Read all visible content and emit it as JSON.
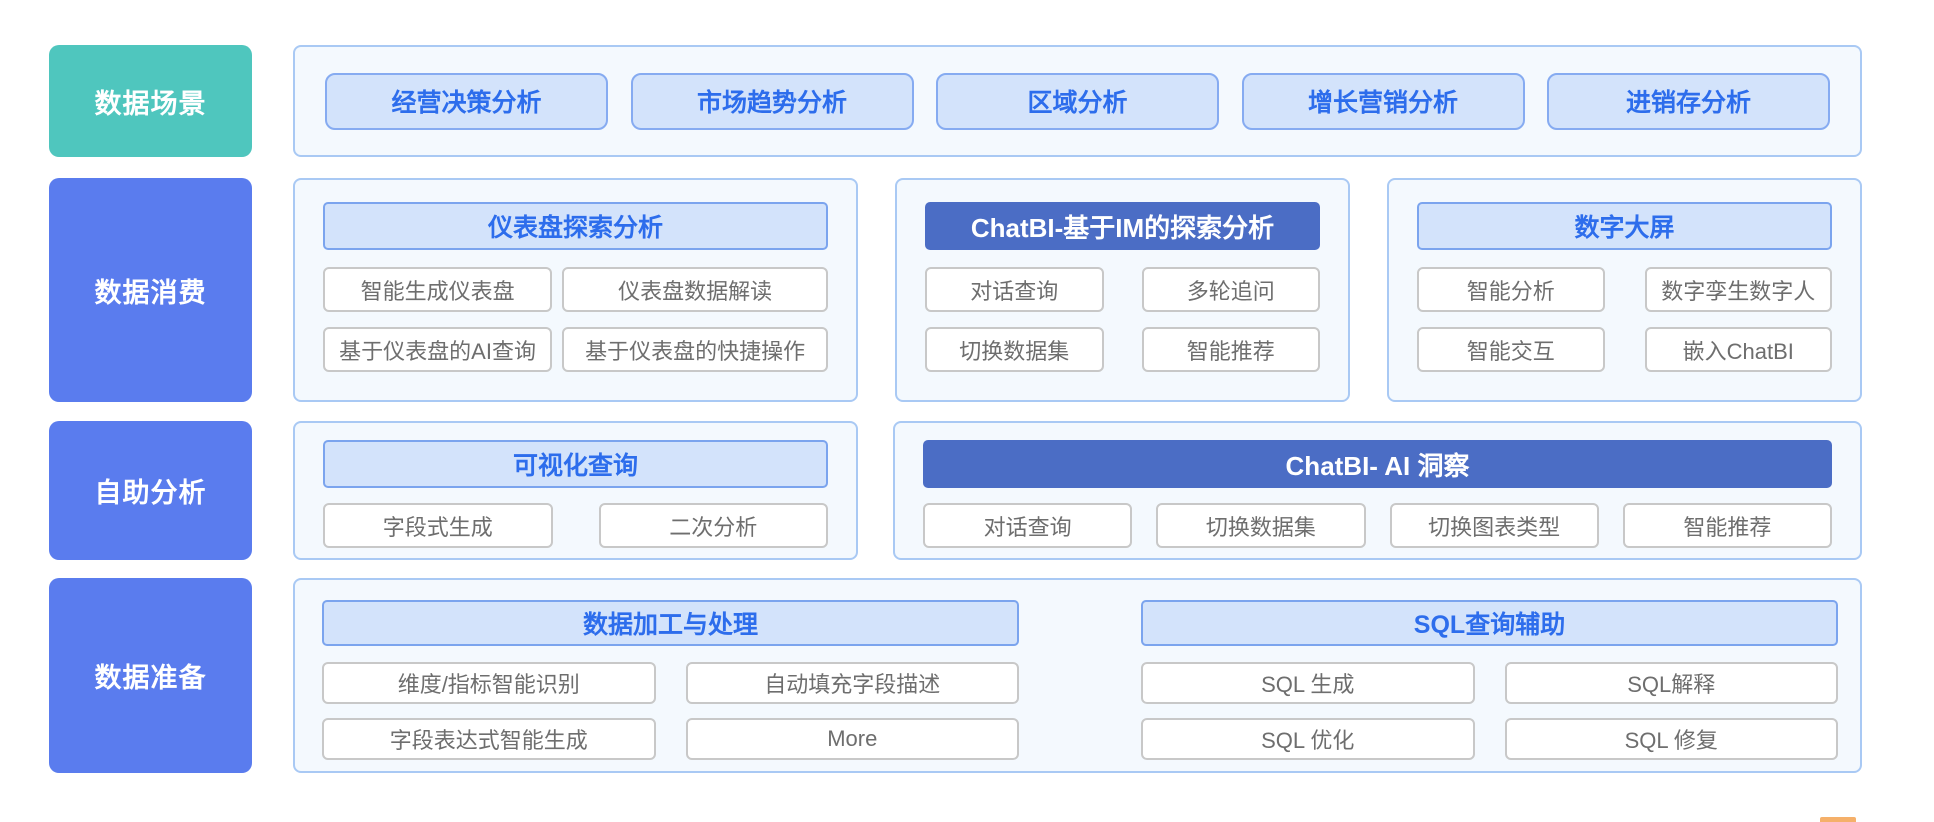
{
  "diagram": {
    "rows": {
      "scenarios": {
        "label": "数据场景",
        "chips": [
          "经营决策分析",
          "市场趋势分析",
          "区域分析",
          "增长营销分析",
          "进销存分析"
        ]
      },
      "consumption": {
        "label": "数据消费",
        "panels": {
          "dashboard": {
            "header": "仪表盘探索分析",
            "buttons": [
              "智能生成仪表盘",
              "仪表盘数据解读",
              "基于仪表盘的AI查询",
              "基于仪表盘的快捷操作"
            ]
          },
          "chatbi_im": {
            "header": "ChatBI-基于IM的探索分析",
            "buttons": [
              "对话查询",
              "多轮追问",
              "切换数据集",
              "智能推荐"
            ]
          },
          "big_screen": {
            "header": "数字大屏",
            "buttons": [
              "智能分析",
              "数字孪生数字人",
              "智能交互",
              "嵌入ChatBI"
            ]
          }
        }
      },
      "self_service": {
        "label": "自助分析",
        "panels": {
          "visual_query": {
            "header": "可视化查询",
            "buttons": [
              "字段式生成",
              "二次分析"
            ]
          },
          "chatbi_ai": {
            "header": "ChatBI- AI 洞察",
            "buttons": [
              "对话查询",
              "切换数据集",
              "切换图表类型",
              "智能推荐"
            ]
          }
        }
      },
      "preparation": {
        "label": "数据准备",
        "groups": {
          "processing": {
            "header": "数据加工与处理",
            "buttons": [
              "维度/指标智能识别",
              "自动填充字段描述",
              "字段表达式智能生成",
              "More"
            ]
          },
          "sql": {
            "header": "SQL查询辅助",
            "buttons": [
              "SQL 生成",
              "SQL解释",
              "SQL 优化",
              "SQL 修复"
            ]
          }
        }
      }
    },
    "colors": {
      "teal_label_bg": "#4FC6BE",
      "blue_label_bg": "#5A7CEE",
      "panel_border": "#A9C9F4",
      "panel_bg": "#F4F9FE",
      "light_header_bg": "#D3E3FB",
      "light_header_border": "#7BA4EE",
      "accent_text": "#2D6DEC",
      "dark_header_bg": "#4B6DC5",
      "button_border": "#C8C8C8",
      "button_text": "#6E6E6E"
    }
  }
}
